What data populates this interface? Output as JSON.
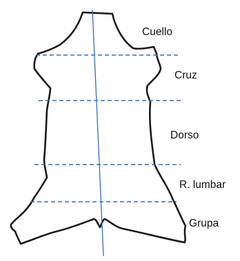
{
  "regions": [
    {
      "label": "Cuello"
    },
    {
      "label": "Cruz"
    },
    {
      "label": "Dorso"
    },
    {
      "label": "R. lumbar"
    },
    {
      "label": "Grupa"
    }
  ],
  "colors": {
    "outline": "#1a1a1a",
    "guide_lines": "#2f6fc2",
    "background": "#ffffff"
  }
}
